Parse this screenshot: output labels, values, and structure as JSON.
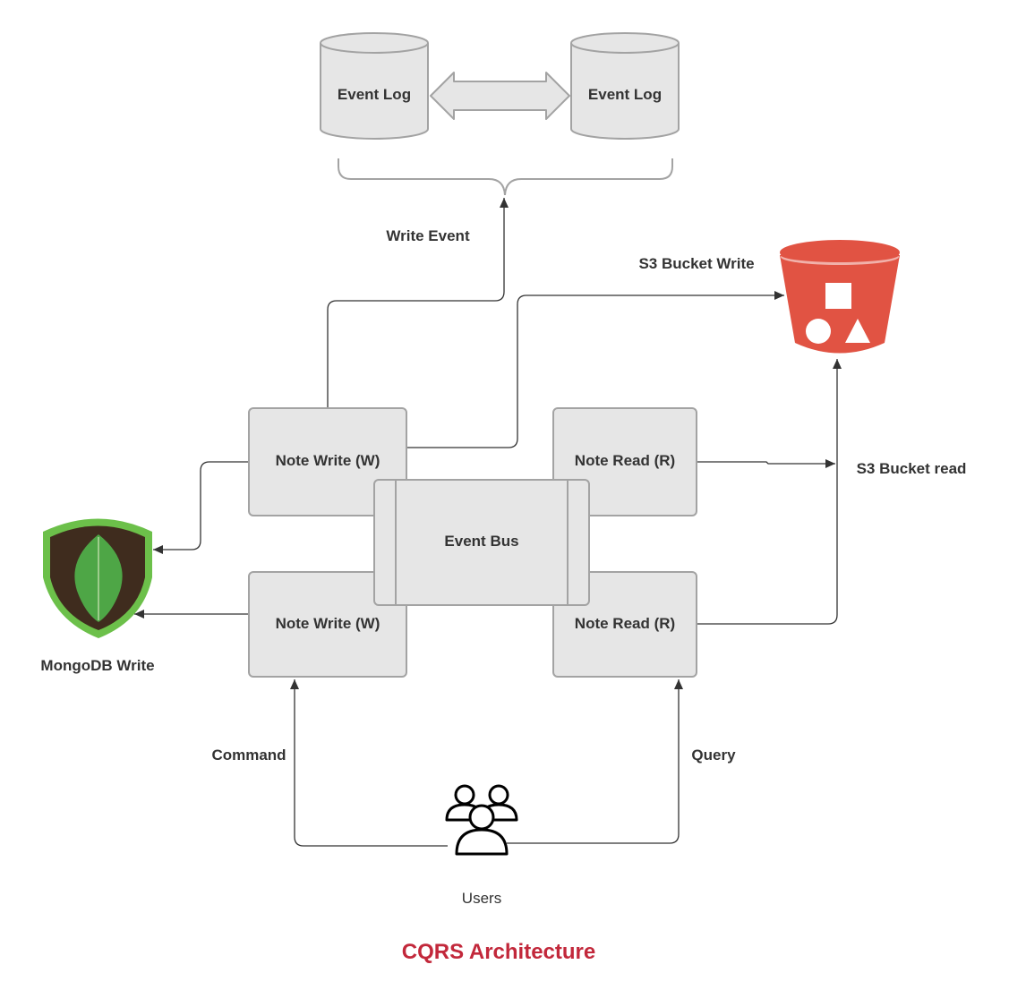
{
  "nodes": {
    "event_log_left": "Event Log",
    "event_log_right": "Event Log",
    "note_write_top": "Note Write (W)",
    "note_write_bottom": "Note Write (W)",
    "note_read_top": "Note Read (R)",
    "note_read_bottom": "Note Read (R)",
    "event_bus": "Event Bus",
    "users": "Users",
    "mongodb": "MongoDB Write",
    "s3_bucket_icon": "s3-bucket-icon",
    "mongodb_icon": "mongodb-leaf-icon",
    "users_icon": "users-group-icon"
  },
  "edges": {
    "write_event": "Write Event",
    "s3_bucket_write": "S3 Bucket Write",
    "s3_bucket_read": "S3 Bucket read",
    "command": "Command",
    "query": "Query"
  },
  "footer": {
    "title": "CQRS Architecture",
    "title_color": "#c2283b"
  },
  "colors": {
    "box_fill": "#e6e6e6",
    "box_stroke": "#a3a3a3",
    "s3_red": "#e15343",
    "mongo_green": "#6cc04a",
    "mongo_dark": "#3f2c1e",
    "leaf_green": "#4ea646"
  }
}
